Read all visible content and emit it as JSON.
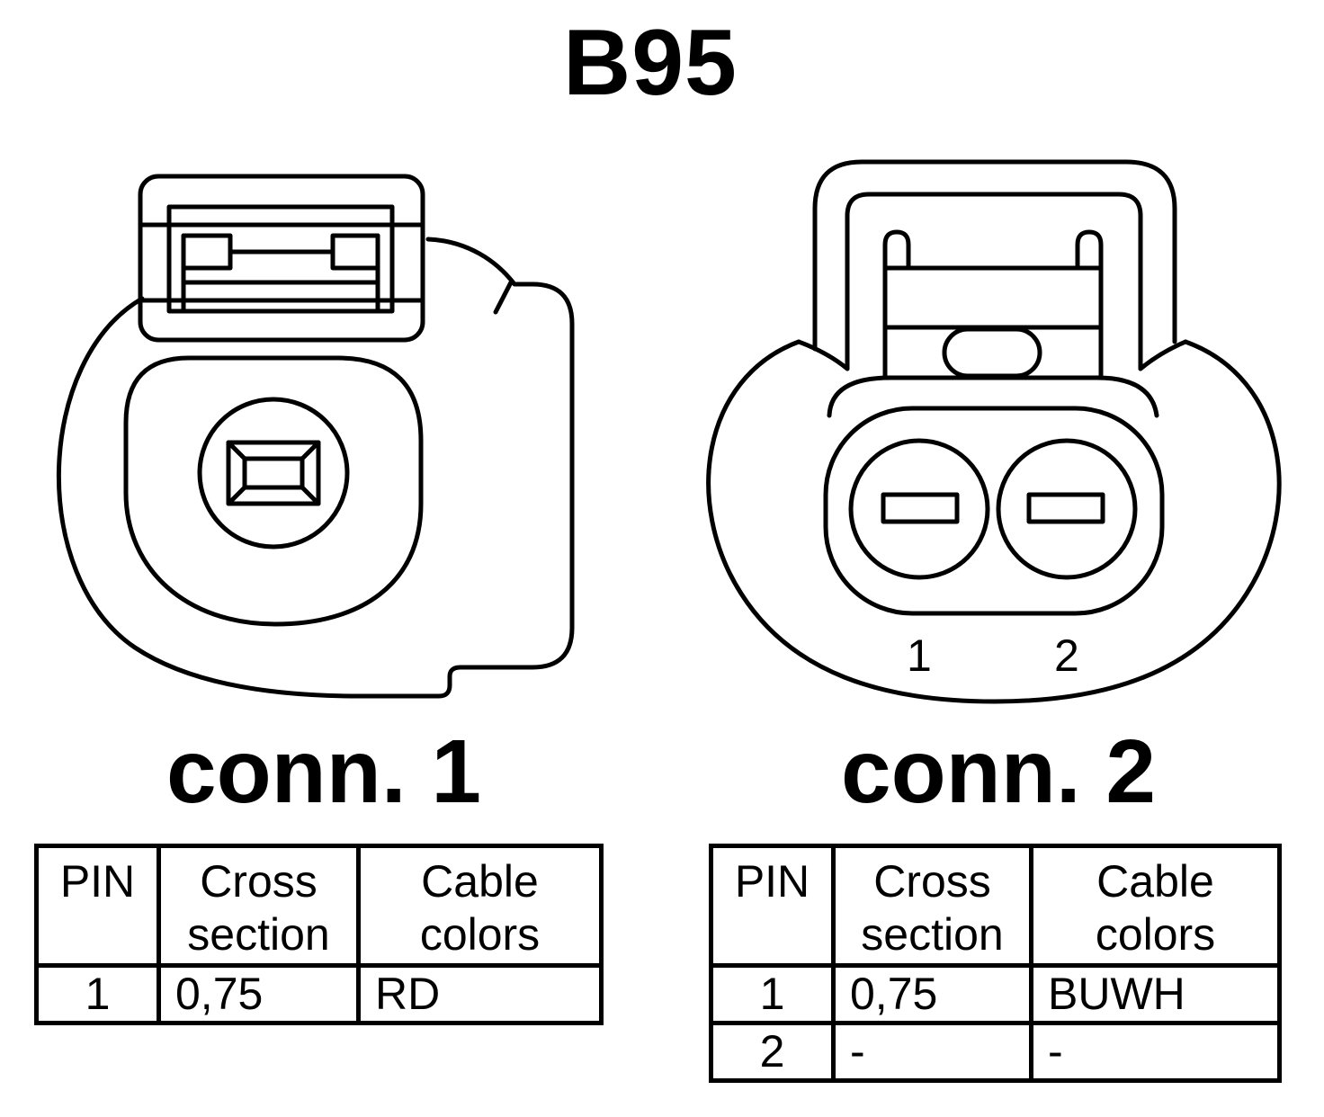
{
  "title": "B95",
  "connectors": [
    {
      "label": "conn. 1",
      "pin_labels": [],
      "table": {
        "headers": {
          "pin": "PIN",
          "cross_section": [
            "Cross",
            "section"
          ],
          "cable_colors": [
            "Cable",
            "colors"
          ]
        },
        "rows": [
          {
            "pin": "1",
            "cross_section": "0,75",
            "cable_colors": "RD"
          }
        ]
      }
    },
    {
      "label": "conn. 2",
      "pin_labels": [
        "1",
        "2"
      ],
      "table": {
        "headers": {
          "pin": "PIN",
          "cross_section": [
            "Cross",
            "section"
          ],
          "cable_colors": [
            "Cable",
            "colors"
          ]
        },
        "rows": [
          {
            "pin": "1",
            "cross_section": "0,75",
            "cable_colors": "BUWH"
          },
          {
            "pin": "2",
            "cross_section": "-",
            "cable_colors": "-"
          }
        ]
      }
    }
  ],
  "colors": {
    "line": "#000000",
    "background": "#ffffff"
  }
}
